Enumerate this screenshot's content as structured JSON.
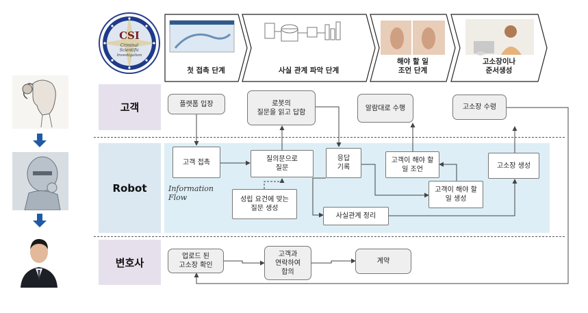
{
  "logo": {
    "text_lines": [
      "CSI",
      "Criminal",
      "Scientific",
      "Investigation"
    ]
  },
  "steps": [
    {
      "label": "첫 접촉 단계"
    },
    {
      "label": "사실 관계 파악 단계"
    },
    {
      "label": "해야 할 일\n조언 단계"
    },
    {
      "label": "고소장이나\n준서생성"
    }
  ],
  "lanes": {
    "customer": "고객",
    "robot": "Robot",
    "lawyer": "변호사"
  },
  "flow_note": "Information\nFlow",
  "nodes": {
    "platform_entry": "플랫폼 입장",
    "robot_answer": "로봇의\n질문을 읽고 답함",
    "follow_advice": "알람대로 수행",
    "receive_complaint": "고소장 수령",
    "customer_contact": "고객 접촉",
    "ask_questions": "질의문으로\n질문",
    "record_answer": "응답\n기록",
    "advise_todo": "고객이 해야 할\n일 조언",
    "generate_todo": "고객이 해야 할\n일 생성",
    "generate_complaint": "고소장 생성",
    "generate_questions": "성립 요건에 맞는\n질문 생성",
    "organize_facts": "사실관계 정리",
    "review_upload": "업로드 된\n고소장 확인",
    "contact_customer": "고객과\n연락하여\n합의",
    "contract": "계약"
  },
  "colors": {
    "customer_lane": "#e6e0ec",
    "robot_lane": "#dbe7f1",
    "robot_band": "#ddeef6",
    "arrow": "#444444",
    "step_arrow_border": "#222222",
    "sidebar_arrow": "#1f5aa6"
  },
  "icons": {
    "step_images": [
      "website-screenshot-image",
      "data-flow-sketch-image",
      "listening-ear-image",
      "woman-laptop-image"
    ],
    "sidebar_images": [
      "woman-sketch-image",
      "robot-thinking-image",
      "lawyer-portrait-image"
    ]
  }
}
